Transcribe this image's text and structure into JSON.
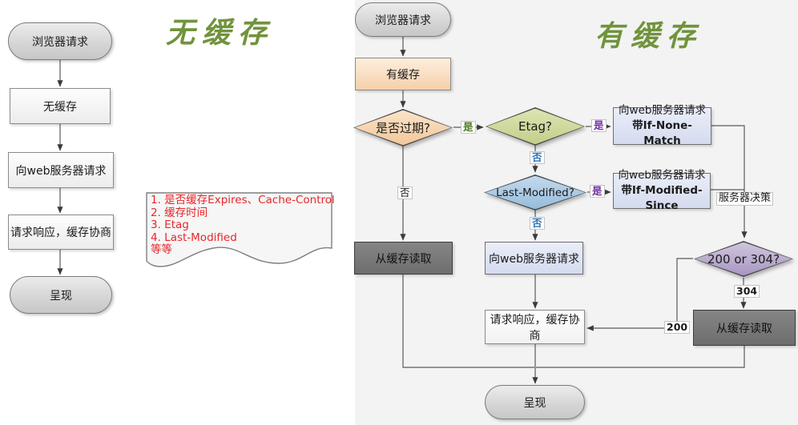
{
  "titles": {
    "left": "无缓存",
    "right": "有缓存"
  },
  "left_chart": {
    "browser_request": "浏览器请求",
    "no_cache": "无缓存",
    "request_server": "向web服务器请求",
    "response": "请求响应，缓存协商",
    "present": "呈现"
  },
  "note": {
    "lines": [
      "1. 是否缓存Expires、Cache-Control",
      "2. 缓存时间",
      "3. Etag",
      "4. Last-Modified",
      "等等"
    ]
  },
  "right_chart": {
    "browser_request": "浏览器请求",
    "has_cache": "有缓存",
    "expired_q": "是否过期?",
    "etag_q": "Etag?",
    "last_modified_q": "Last-Modified?",
    "req_if_none_match": {
      "line1": "向web服务器请求",
      "line2": "带If-None-Match"
    },
    "req_if_modified_since": {
      "line1": "向web服务器请求",
      "line2": "带If-Modified-Since"
    },
    "read_cache_left": "从缓存读取",
    "request_server": "向web服务器请求",
    "status_q": "200 or 304?",
    "read_cache_right": "从缓存读取",
    "response": "请求响应，缓存协商",
    "present": "呈现",
    "labels": {
      "yes_expired": "是",
      "no_expired": "否",
      "yes_etag": "是",
      "no_etag": "否",
      "yes_last_modified": "是",
      "no_last_modified": "否",
      "server_decision": "服务器决策",
      "status_304": "304",
      "status_200": "200"
    }
  },
  "colors": {
    "title_green": "#71933c",
    "note_red": "#e8262a",
    "yes_green": "#4c7a22",
    "yes_purple": "#7030a0",
    "no_blue": "#2e75b6"
  }
}
